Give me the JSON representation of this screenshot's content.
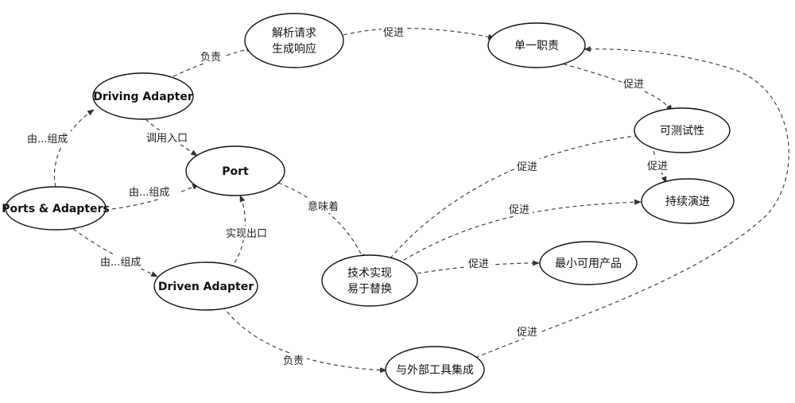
{
  "nodes": {
    "ports_adapters": "Ports & Adapters",
    "driving_adapter": "Driving Adapter",
    "port": "Port",
    "driven_adapter": "Driven Adapter",
    "parse_request": [
      "解析请求",
      "生成响应"
    ],
    "single_responsibility": "单一职责",
    "testability": "可测试性",
    "continuous_evolution": "持续演进",
    "tech_replaceable": [
      "技术实现",
      "易于替换"
    ],
    "mvp": "最小可用产品",
    "external_tools": "与外部工具集成"
  },
  "edges": {
    "pa_to_driving": "由...组成",
    "pa_to_port": "由...组成",
    "pa_to_driven": "由...组成",
    "driving_to_parse": "负责",
    "driving_to_port": "调用入口",
    "driven_to_port": "实现出口",
    "port_to_tech": "意味着",
    "parse_to_single": "促进",
    "single_to_test": "促进",
    "test_to_evolve": "促进",
    "tech_to_test": "促进",
    "tech_to_evolve": "促进",
    "tech_to_mvp": "促进",
    "driven_to_external": "负责",
    "external_to_single": "促进"
  }
}
